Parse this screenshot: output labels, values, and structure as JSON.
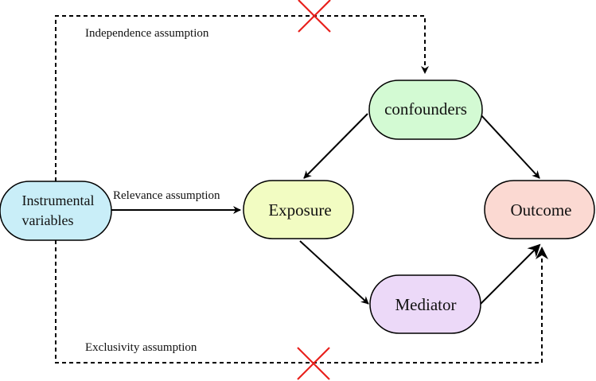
{
  "nodes": {
    "instrumental": {
      "label_line1": "Instrumental",
      "label_line2": "variables",
      "color": "#c9eef8"
    },
    "exposure": {
      "label": "Exposure",
      "color": "#f2fcc2"
    },
    "confounders": {
      "label": "confounders",
      "color": "#d3fad3"
    },
    "outcome": {
      "label": "Outcome",
      "color": "#fbd9d2"
    },
    "mediator": {
      "label": "Mediator",
      "color": "#ecd9f8"
    }
  },
  "edges": {
    "relevance": "Relevance assumption",
    "independence": "Independence assumption",
    "exclusivity": "Exclusivity assumption"
  },
  "colors": {
    "cross": "#e8201c",
    "line": "#000000"
  }
}
